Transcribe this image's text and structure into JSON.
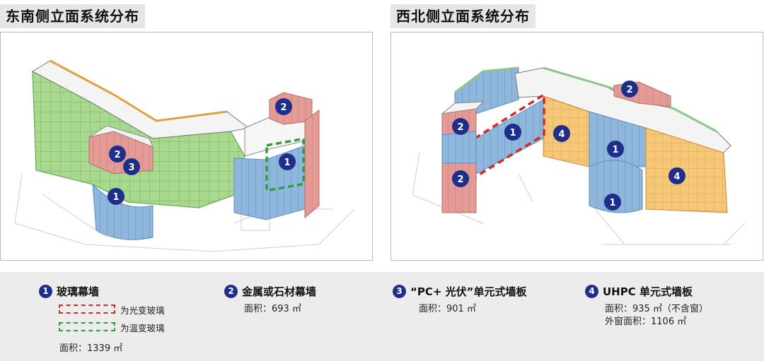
{
  "left_panel": {
    "title": "东南侧立面系统分布"
  },
  "right_panel": {
    "title": "西北侧立面系统分布"
  },
  "legend": [
    {
      "num": "1",
      "name": "玻璃幕墙",
      "color": "#6fa3d6",
      "area": "面积：1339 ㎡",
      "sub": [
        {
          "label": "为光变玻璃",
          "color": "#d62828"
        },
        {
          "label": "为温变玻璃",
          "color": "#2e9e3a"
        }
      ]
    },
    {
      "num": "2",
      "name": "金属或石材幕墙",
      "color": "#e58b86",
      "area": "面积：693 ㎡"
    },
    {
      "num": "3",
      "name": "“PC+ 光伏”单元式墙板",
      "color": "#a8d68b",
      "area": "面积：901 ㎡"
    },
    {
      "num": "4",
      "name": "UHPC 单元式墙板",
      "color": "#f3c46a",
      "area": "面积：935 ㎡（不含窗）",
      "area2": "外窗面积：1106 ㎡"
    }
  ],
  "markers": {
    "one": "1",
    "two": "2",
    "three": "3",
    "four": "4"
  }
}
